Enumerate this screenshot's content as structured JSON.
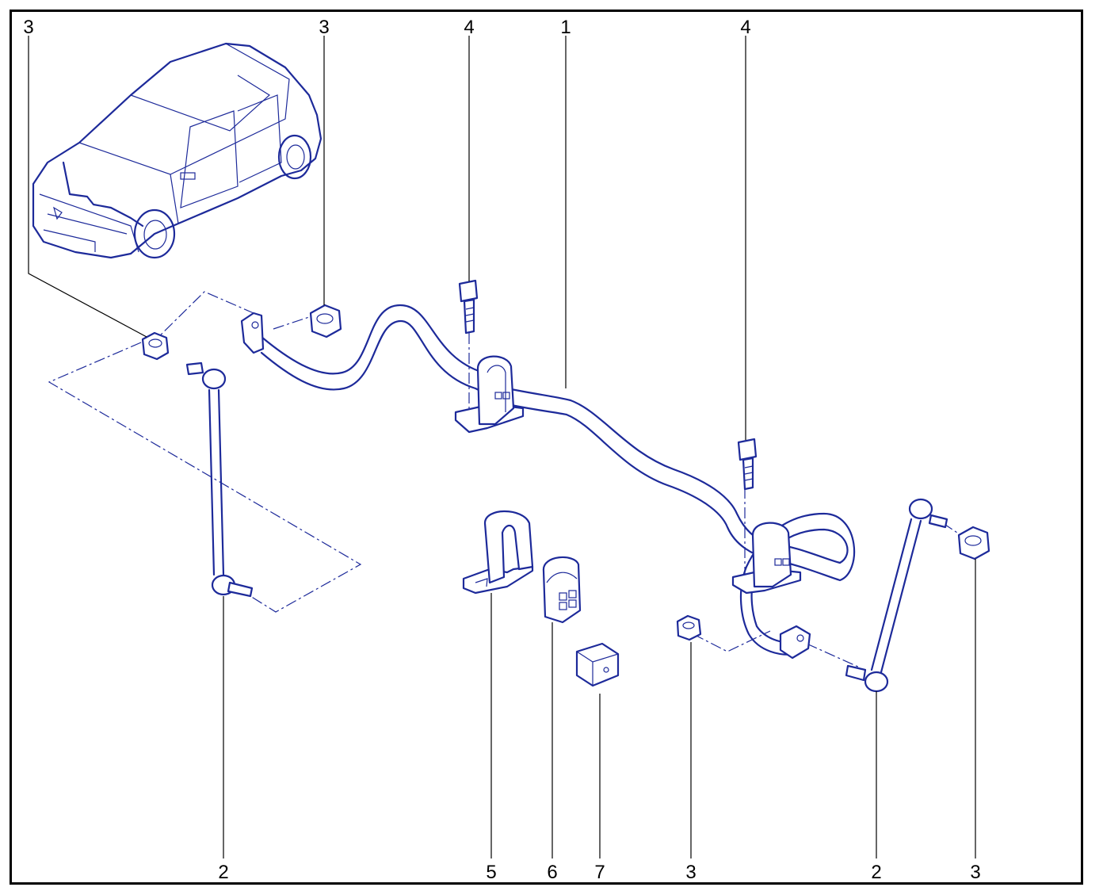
{
  "diagram": {
    "colors": {
      "line": "#1d2a9a",
      "leader": "#000000",
      "frame": "#000000"
    },
    "callouts": [
      {
        "id": "c-top-3a",
        "label": "3"
      },
      {
        "id": "c-top-3b",
        "label": "3"
      },
      {
        "id": "c-top-4a",
        "label": "4"
      },
      {
        "id": "c-top-1",
        "label": "1"
      },
      {
        "id": "c-top-4b",
        "label": "4"
      },
      {
        "id": "c-bot-2a",
        "label": "2"
      },
      {
        "id": "c-bot-5",
        "label": "5"
      },
      {
        "id": "c-bot-6",
        "label": "6"
      },
      {
        "id": "c-bot-7",
        "label": "7"
      },
      {
        "id": "c-bot-3a",
        "label": "3"
      },
      {
        "id": "c-bot-2b",
        "label": "2"
      },
      {
        "id": "c-bot-3b",
        "label": "3"
      }
    ]
  }
}
